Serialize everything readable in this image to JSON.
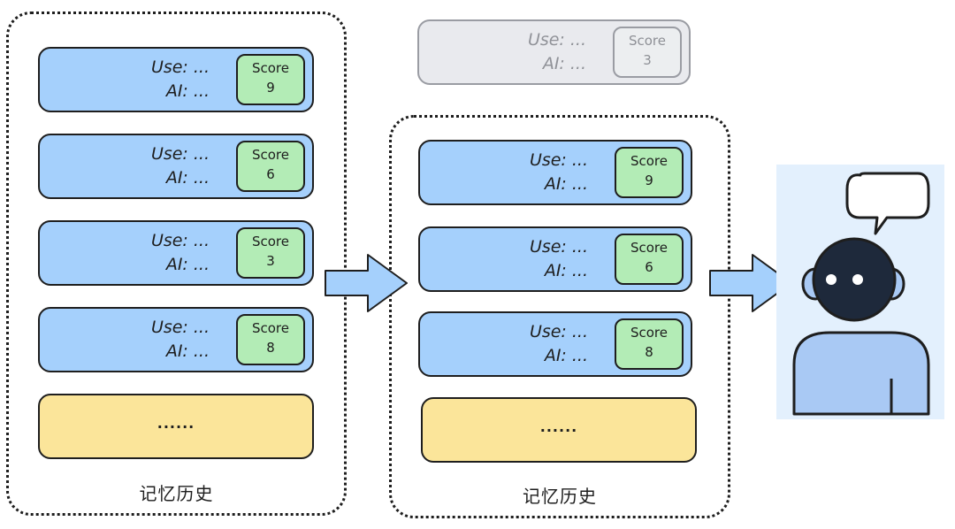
{
  "left_group": {
    "label": "记忆历史",
    "cards": [
      {
        "user": "Use: ...",
        "ai": "AI: ...",
        "score_label": "Score",
        "score": "9"
      },
      {
        "user": "Use: ...",
        "ai": "AI: ...",
        "score_label": "Score",
        "score": "6"
      },
      {
        "user": "Use: ...",
        "ai": "AI: ...",
        "score_label": "Score",
        "score": "3"
      },
      {
        "user": "Use: ...",
        "ai": "AI: ...",
        "score_label": "Score",
        "score": "8"
      }
    ],
    "ellipsis": "......"
  },
  "dropped_card": {
    "user": "Use: ...",
    "ai": "AI: ...",
    "score_label": "Score",
    "score": "3"
  },
  "right_group": {
    "label": "记忆历史",
    "cards": [
      {
        "user": "Use: ...",
        "ai": "AI: ...",
        "score_label": "Score",
        "score": "9"
      },
      {
        "user": "Use: ...",
        "ai": "AI: ...",
        "score_label": "Score",
        "score": "6"
      },
      {
        "user": "Use: ...",
        "ai": "AI: ...",
        "score_label": "Score",
        "score": "8"
      }
    ],
    "ellipsis": "......"
  },
  "colors": {
    "card_fill": "#a5d0fc",
    "score_fill": "#b3ecb6",
    "ellipsis_fill": "#fbe59a",
    "dim_fill": "#e9eaee",
    "arrow_fill": "#a5d0fc",
    "robot_panel": "#e3f0fd",
    "robot_head": "#1e293b",
    "robot_body": "#a9c9f4"
  },
  "icons": [
    "right-arrow-icon",
    "right-arrow-icon",
    "robot-icon",
    "speech-bubble-icon"
  ]
}
